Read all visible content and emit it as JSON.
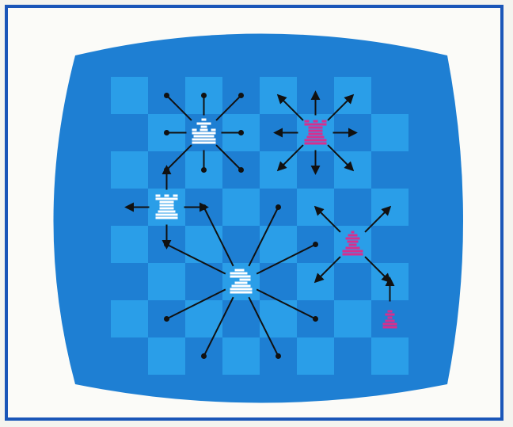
{
  "colors": {
    "frame_border": "#1a56b8",
    "paper": "#fbfbf8",
    "screen": "#1e7fd3",
    "screen_dark": "#1868bd",
    "board_light": "#2a9ee8",
    "board_dark": "#1e7fd3",
    "white_piece": "#ffffff",
    "black_piece": "#d82e8e",
    "move_line": "#111111"
  },
  "board": {
    "rows": 8,
    "cols": 8,
    "light_parity": 0
  },
  "pieces": [
    {
      "name": "white-king",
      "icon": "chess-king-icon",
      "side": "white",
      "type": "king",
      "col": 2,
      "row": 1
    },
    {
      "name": "white-rook",
      "icon": "chess-rook-icon",
      "side": "white",
      "type": "rook",
      "col": 1,
      "row": 3
    },
    {
      "name": "white-knight",
      "icon": "chess-knight-icon",
      "side": "white",
      "type": "knight",
      "col": 3,
      "row": 5
    },
    {
      "name": "black-rook",
      "icon": "chess-rook-icon",
      "side": "black",
      "type": "rook",
      "col": 5,
      "row": 1
    },
    {
      "name": "black-bishop",
      "icon": "chess-bishop-icon",
      "side": "black",
      "type": "bishop",
      "col": 6,
      "row": 4
    },
    {
      "name": "black-pawn",
      "icon": "chess-pawn-icon",
      "side": "black",
      "type": "pawn",
      "col": 7,
      "row": 6
    }
  ],
  "moves": {
    "white-king": {
      "style": "dot",
      "targets": [
        [
          -1,
          -1
        ],
        [
          0,
          -1
        ],
        [
          1,
          -1
        ],
        [
          -1,
          0
        ],
        [
          1,
          0
        ],
        [
          -1,
          1
        ],
        [
          0,
          1
        ],
        [
          1,
          1
        ]
      ]
    },
    "white-rook": {
      "style": "arrow",
      "targets": [
        [
          -1,
          0
        ],
        [
          1,
          0
        ],
        [
          0,
          -1
        ],
        [
          0,
          1
        ]
      ]
    },
    "white-knight": {
      "style": "dot",
      "targets": [
        [
          -2,
          -1
        ],
        [
          -1,
          -2
        ],
        [
          1,
          -2
        ],
        [
          2,
          -1
        ],
        [
          2,
          1
        ],
        [
          1,
          2
        ],
        [
          -1,
          2
        ],
        [
          -2,
          1
        ]
      ]
    },
    "black-rook": {
      "style": "arrow",
      "targets": [
        [
          -1,
          -1
        ],
        [
          0,
          -1
        ],
        [
          1,
          -1
        ],
        [
          -1,
          0
        ],
        [
          1,
          0
        ],
        [
          -1,
          1
        ],
        [
          0,
          1
        ],
        [
          1,
          1
        ]
      ]
    },
    "black-bishop": {
      "style": "arrow",
      "targets": [
        [
          -1,
          -1
        ],
        [
          1,
          -1
        ],
        [
          -1,
          1
        ],
        [
          1,
          1
        ]
      ]
    },
    "black-pawn": {
      "style": "arrow",
      "targets": [
        [
          0,
          -1
        ]
      ]
    }
  }
}
